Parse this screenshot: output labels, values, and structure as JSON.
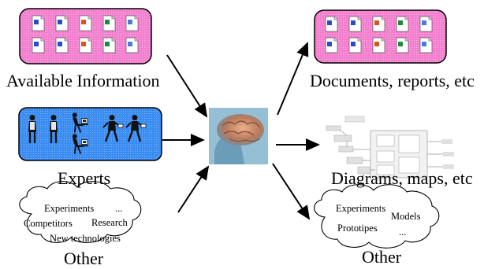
{
  "left": {
    "available_label": "Available Information",
    "experts_label": "Experts",
    "other_label": "Other",
    "other_cloud": [
      "Experiments",
      "...",
      "Competitors",
      "Research",
      "New technologies"
    ]
  },
  "right": {
    "documents_label": "Documents, reports, etc",
    "diagrams_label": "Diagrams, maps, etc",
    "other_label": "Other",
    "other_cloud": [
      "Experiments",
      "Models",
      "Prototipes",
      "..."
    ]
  },
  "colors": {
    "pink_panel": "#f37fcf",
    "blue_panel": "#3a8cf0",
    "arrow": "#000000",
    "brain_bg": "#7fb0c9"
  },
  "icons": {
    "document_icons": [
      "word-doc-icon",
      "word-doc-icon",
      "powerpoint-doc-icon",
      "excel-doc-icon",
      "generic-doc-icon"
    ],
    "brain": "human-brain-icon",
    "experts": "person-at-computer-icon"
  }
}
